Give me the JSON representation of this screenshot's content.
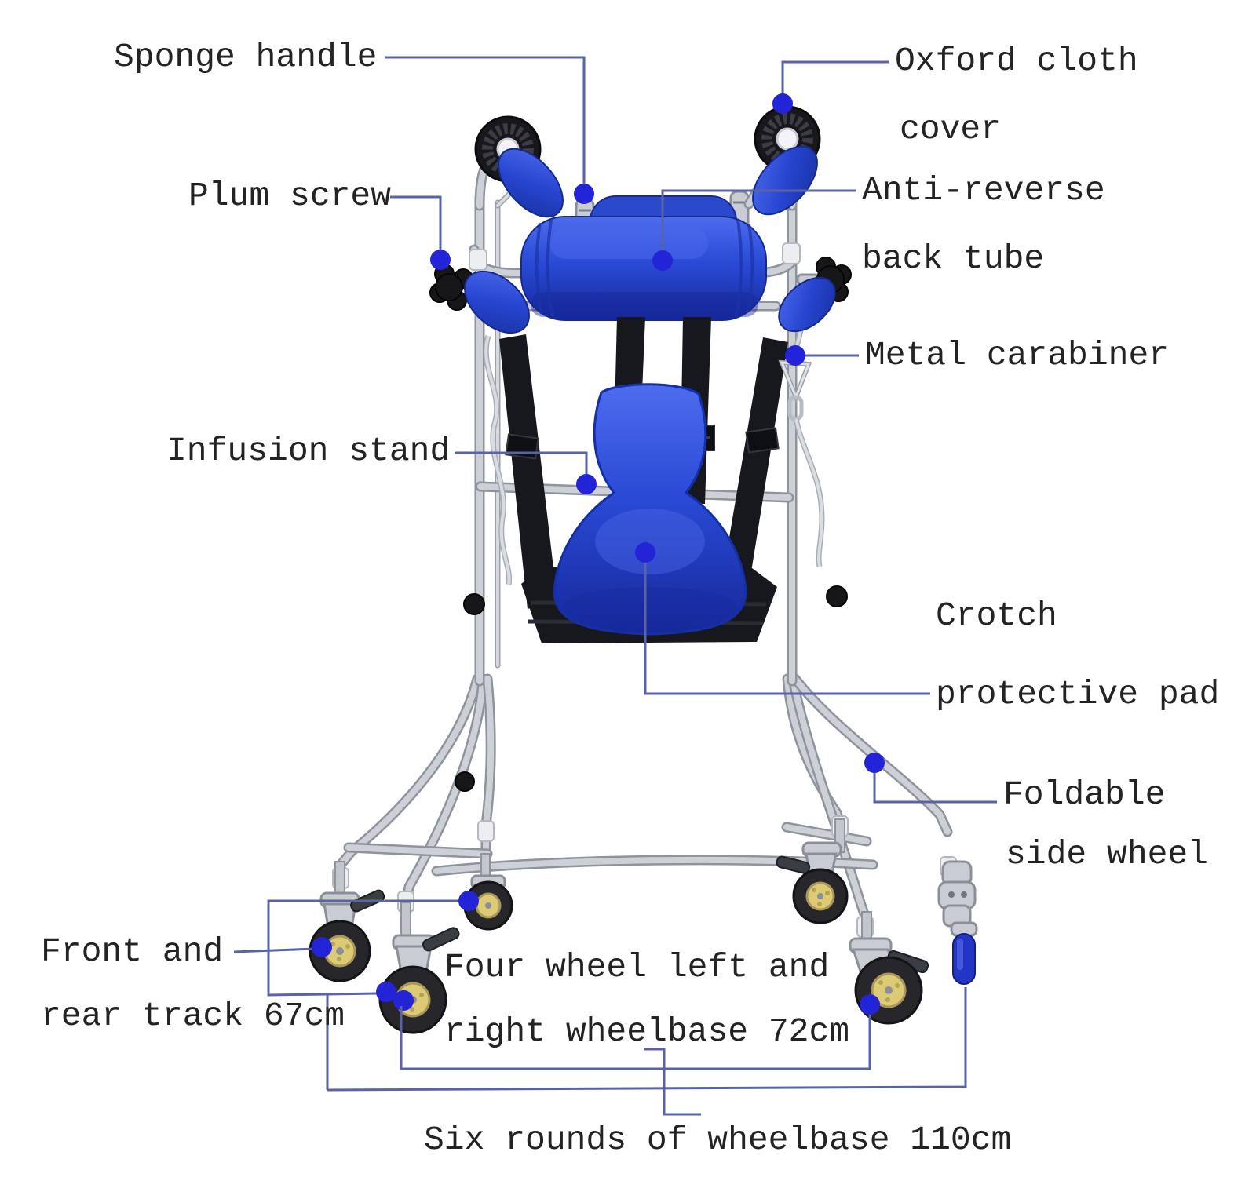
{
  "diagram": {
    "type": "annotated-product-diagram",
    "subject": "six-wheel standing rehabilitation walker",
    "labels": {
      "sponge_handle": "Sponge handle",
      "plum_screw": "Plum screw",
      "oxford_cloth_1": "Oxford cloth",
      "oxford_cloth_2": "cover",
      "anti_reverse_1": "Anti-reverse",
      "anti_reverse_2": "back tube",
      "metal_carabiner": "Metal carabiner",
      "infusion_stand": "Infusion stand",
      "crotch_pad_1": "Crotch",
      "crotch_pad_2": "protective pad",
      "foldable_1": "Foldable",
      "foldable_2": "side wheel",
      "front_rear_1": "Front and",
      "front_rear_2": "rear track 67cm",
      "four_wheel_1": "Four wheel left and",
      "four_wheel_2": "right wheelbase 72cm",
      "six_rounds": "Six rounds of wheelbase 110cm"
    },
    "measurements": {
      "front_and_rear_track_cm": 67,
      "four_wheel_left_right_wheelbase_cm": 72,
      "six_rounds_wheelbase_cm": 110
    }
  },
  "colors": {
    "leader": "#5a63a8",
    "dot": "#2323d8",
    "pad_blue": "#2e52dd",
    "pad_blue_dark": "#1c38b0",
    "strap": "#17181d",
    "frame": "#cdd0d7",
    "frame_edge": "#8e939c",
    "hub_yellow": "#dcca74",
    "tire": "#26262b",
    "text": "#232323",
    "background": "#ffffff"
  }
}
